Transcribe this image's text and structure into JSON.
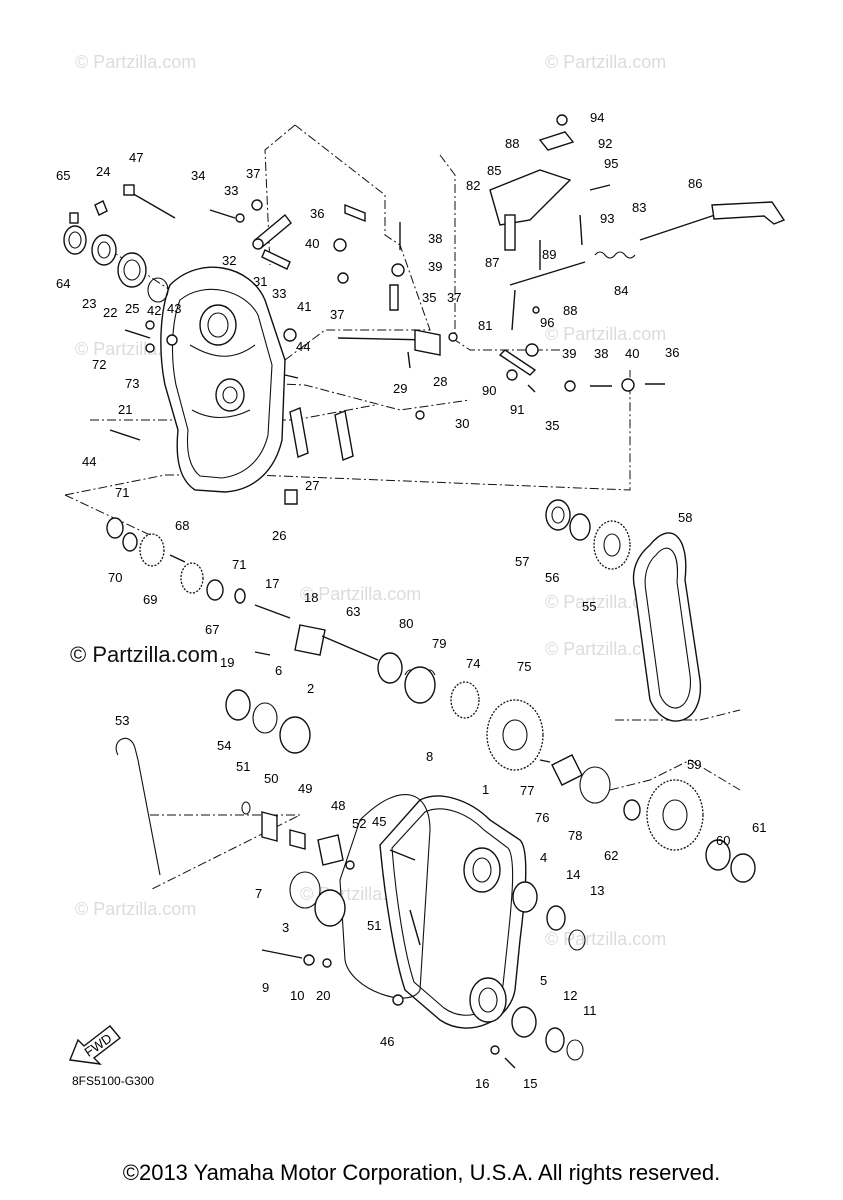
{
  "watermarks": [
    {
      "id": "wm1",
      "text": "© Partzilla.com"
    },
    {
      "id": "wm2",
      "text": "© Partzilla.com"
    },
    {
      "id": "wm3",
      "text": "© Partzilla.com"
    },
    {
      "id": "wm4",
      "text": "© Partzilla.com"
    },
    {
      "id": "wm5",
      "text": "© Partzilla.com"
    },
    {
      "id": "wm6",
      "text": "© Partzilla.com"
    },
    {
      "id": "wm7",
      "text": "© Partzilla.com"
    },
    {
      "id": "wm8",
      "text": "© Partzilla.com"
    },
    {
      "id": "wm9",
      "text": "© Partzilla.com"
    },
    {
      "id": "wm10",
      "text": "© Partzilla.com"
    }
  ],
  "watermark_main": "© Partzilla.com",
  "fwd_label": "FWD",
  "diagram_code": "8FS5100-G300",
  "copyright": "©2013 Yamaha Motor Corporation, U.S.A. All rights reserved.",
  "callouts": [
    {
      "id": "c94",
      "label": "94"
    },
    {
      "id": "c92",
      "label": "92"
    },
    {
      "id": "c88a",
      "label": "88"
    },
    {
      "id": "c95",
      "label": "95"
    },
    {
      "id": "c85",
      "label": "85"
    },
    {
      "id": "c82",
      "label": "82"
    },
    {
      "id": "c86",
      "label": "86"
    },
    {
      "id": "c83",
      "label": "83"
    },
    {
      "id": "c93",
      "label": "93"
    },
    {
      "id": "c87",
      "label": "87"
    },
    {
      "id": "c89",
      "label": "89"
    },
    {
      "id": "c84",
      "label": "84"
    },
    {
      "id": "c88b",
      "label": "88"
    },
    {
      "id": "c81",
      "label": "81"
    },
    {
      "id": "c96",
      "label": "96"
    },
    {
      "id": "c39b",
      "label": "39"
    },
    {
      "id": "c38b",
      "label": "38"
    },
    {
      "id": "c40b",
      "label": "40"
    },
    {
      "id": "c36b",
      "label": "36"
    },
    {
      "id": "c90",
      "label": "90"
    },
    {
      "id": "c91",
      "label": "91"
    },
    {
      "id": "c35b",
      "label": "35"
    },
    {
      "id": "c65",
      "label": "65"
    },
    {
      "id": "c24",
      "label": "24"
    },
    {
      "id": "c47",
      "label": "47"
    },
    {
      "id": "c34",
      "label": "34"
    },
    {
      "id": "c33a",
      "label": "33"
    },
    {
      "id": "c37a",
      "label": "37"
    },
    {
      "id": "c36a",
      "label": "36"
    },
    {
      "id": "c40a",
      "label": "40"
    },
    {
      "id": "c38a",
      "label": "38"
    },
    {
      "id": "c39a",
      "label": "39"
    },
    {
      "id": "c32",
      "label": "32"
    },
    {
      "id": "c31",
      "label": "31"
    },
    {
      "id": "c33b",
      "label": "33"
    },
    {
      "id": "c37b",
      "label": "37"
    },
    {
      "id": "c35a",
      "label": "35"
    },
    {
      "id": "c37c",
      "label": "37"
    },
    {
      "id": "c64",
      "label": "64"
    },
    {
      "id": "c23",
      "label": "23"
    },
    {
      "id": "c22",
      "label": "22"
    },
    {
      "id": "c25",
      "label": "25"
    },
    {
      "id": "c42",
      "label": "42"
    },
    {
      "id": "c43",
      "label": "43"
    },
    {
      "id": "c41",
      "label": "41"
    },
    {
      "id": "c44a",
      "label": "44"
    },
    {
      "id": "c72",
      "label": "72"
    },
    {
      "id": "c73",
      "label": "73"
    },
    {
      "id": "c29",
      "label": "29"
    },
    {
      "id": "c28",
      "label": "28"
    },
    {
      "id": "c30",
      "label": "30"
    },
    {
      "id": "c21",
      "label": "21"
    },
    {
      "id": "c44b",
      "label": "44"
    },
    {
      "id": "c27",
      "label": "27"
    },
    {
      "id": "c26",
      "label": "26"
    },
    {
      "id": "c71a",
      "label": "71"
    },
    {
      "id": "c68",
      "label": "68"
    },
    {
      "id": "c70",
      "label": "70"
    },
    {
      "id": "c69",
      "label": "69"
    },
    {
      "id": "c71b",
      "label": "71"
    },
    {
      "id": "c67",
      "label": "67"
    },
    {
      "id": "c17",
      "label": "17"
    },
    {
      "id": "c18",
      "label": "18"
    },
    {
      "id": "c63",
      "label": "63"
    },
    {
      "id": "c19",
      "label": "19"
    },
    {
      "id": "c57",
      "label": "57"
    },
    {
      "id": "c56",
      "label": "56"
    },
    {
      "id": "c55",
      "label": "55"
    },
    {
      "id": "c58",
      "label": "58"
    },
    {
      "id": "c80",
      "label": "80"
    },
    {
      "id": "c79",
      "label": "79"
    },
    {
      "id": "c74",
      "label": "74"
    },
    {
      "id": "c75",
      "label": "75"
    },
    {
      "id": "c6",
      "label": "6"
    },
    {
      "id": "c2",
      "label": "2"
    },
    {
      "id": "c54",
      "label": "54"
    },
    {
      "id": "c53",
      "label": "53"
    },
    {
      "id": "c51a",
      "label": "51"
    },
    {
      "id": "c50",
      "label": "50"
    },
    {
      "id": "c49",
      "label": "49"
    },
    {
      "id": "c48",
      "label": "48"
    },
    {
      "id": "c8",
      "label": "8"
    },
    {
      "id": "c52",
      "label": "52"
    },
    {
      "id": "c45",
      "label": "45"
    },
    {
      "id": "c1",
      "label": "1"
    },
    {
      "id": "c77",
      "label": "77"
    },
    {
      "id": "c76",
      "label": "76"
    },
    {
      "id": "c78",
      "label": "78"
    },
    {
      "id": "c59",
      "label": "59"
    },
    {
      "id": "c62",
      "label": "62"
    },
    {
      "id": "c60",
      "label": "60"
    },
    {
      "id": "c61",
      "label": "61"
    },
    {
      "id": "c4",
      "label": "4"
    },
    {
      "id": "c14",
      "label": "14"
    },
    {
      "id": "c13",
      "label": "13"
    },
    {
      "id": "c7",
      "label": "7"
    },
    {
      "id": "c3",
      "label": "3"
    },
    {
      "id": "c51b",
      "label": "51"
    },
    {
      "id": "c9",
      "label": "9"
    },
    {
      "id": "c10",
      "label": "10"
    },
    {
      "id": "c20",
      "label": "20"
    },
    {
      "id": "c5",
      "label": "5"
    },
    {
      "id": "c12",
      "label": "12"
    },
    {
      "id": "c11",
      "label": "11"
    },
    {
      "id": "c46",
      "label": "46"
    },
    {
      "id": "c16",
      "label": "16"
    },
    {
      "id": "c15",
      "label": "15"
    }
  ]
}
